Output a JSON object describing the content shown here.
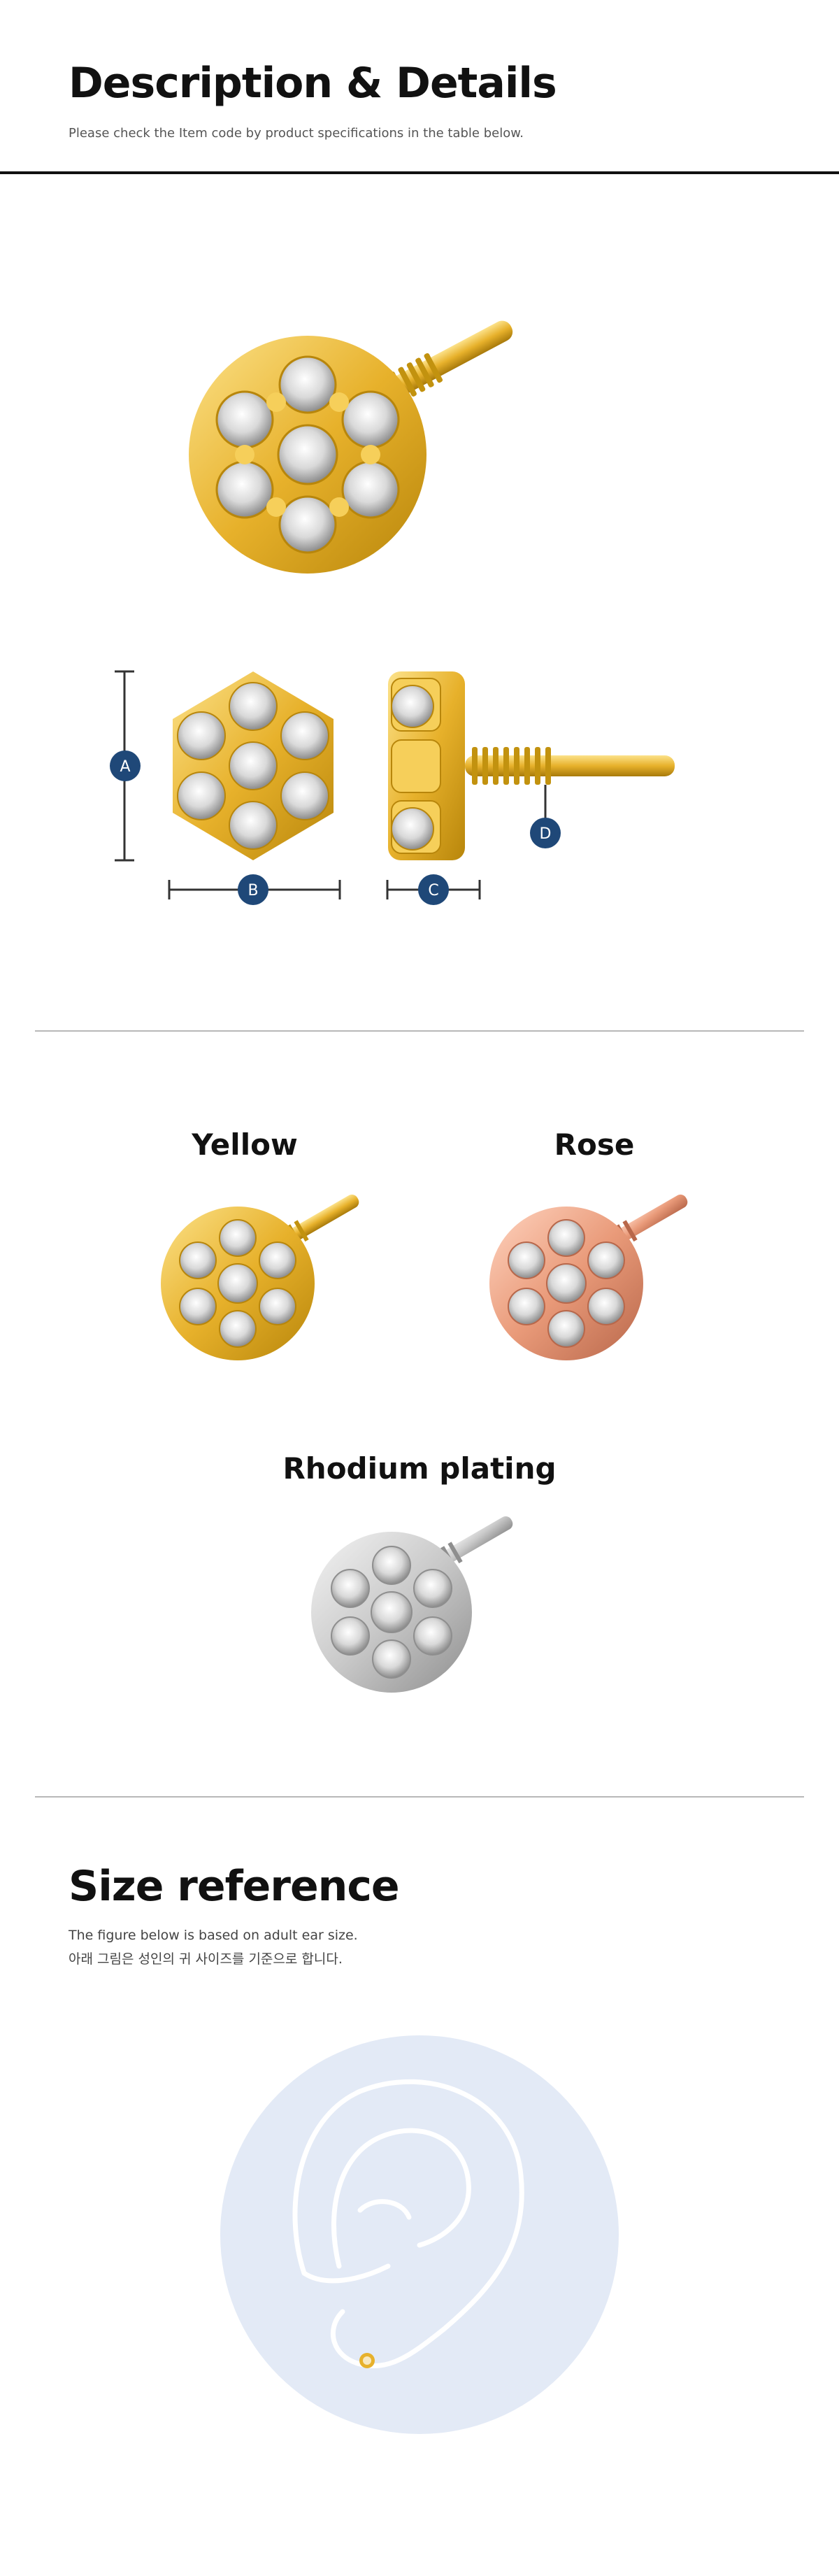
{
  "header": {
    "title": "Description & Details",
    "subtitle": "Please check the Item code by product specifications in the table below."
  },
  "dimensions": {
    "markers": [
      "A",
      "B",
      "C",
      "D"
    ]
  },
  "variants": [
    {
      "label": "Yellow",
      "color": "#E7B12B"
    },
    {
      "label": "Rose",
      "color": "#E99A79"
    },
    {
      "label": "Rhodium plating",
      "color": "#C9C9C9"
    }
  ],
  "size_reference": {
    "title": "Size reference",
    "line1": "The figure below is based on adult ear size.",
    "line2": "아래 그림은 성인의 귀 사이즈를 기준으로 합니다."
  },
  "colors": {
    "badge": "#1F4878",
    "gold": "#E7B12B",
    "circle": "#E3EAF6"
  }
}
